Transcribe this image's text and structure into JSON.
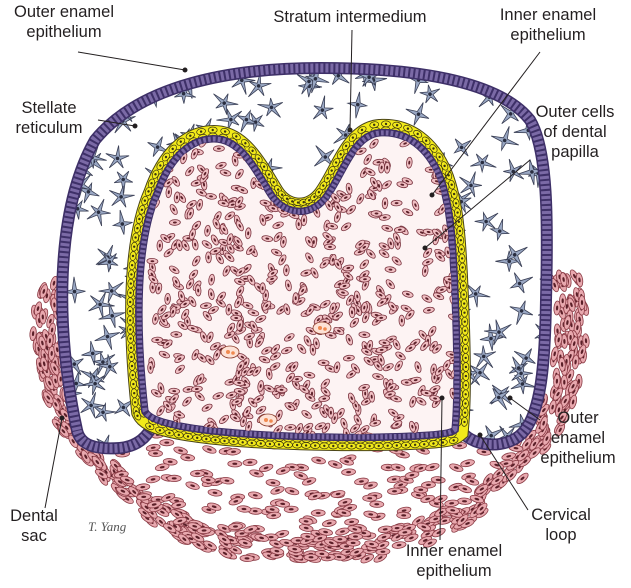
{
  "labels": {
    "outer_enamel_top": [
      "Outer enamel",
      "epithelium"
    ],
    "stratum_intermedium": "Stratum intermedium",
    "inner_enamel_top": [
      "Inner enamel",
      "epithelium"
    ],
    "stellate_reticulum": [
      "Stellate",
      "reticulum"
    ],
    "outer_cells_papilla": [
      "Outer cells",
      "of dental",
      "papilla"
    ],
    "outer_enamel_right": [
      "Outer",
      "enamel",
      "epithelium"
    ],
    "dental_sac": [
      "Dental",
      "sac"
    ],
    "cervical_loop": [
      "Cervical",
      "loop"
    ],
    "inner_enamel_bottom": [
      "Inner enamel",
      "epithelium"
    ]
  },
  "signature": "T. Yang",
  "colors": {
    "enamel_epithelium": "#7b6aa6",
    "enamel_epithelium_dark": "#3e3068",
    "stratum_intermedium": "#f2ea1a",
    "stellate_cells": "#9aa8c4",
    "papilla_cells": "#f0bfc3",
    "sac_cells": "#e8a8ae",
    "capillary": "#f08a50",
    "outline": "#231f20"
  }
}
